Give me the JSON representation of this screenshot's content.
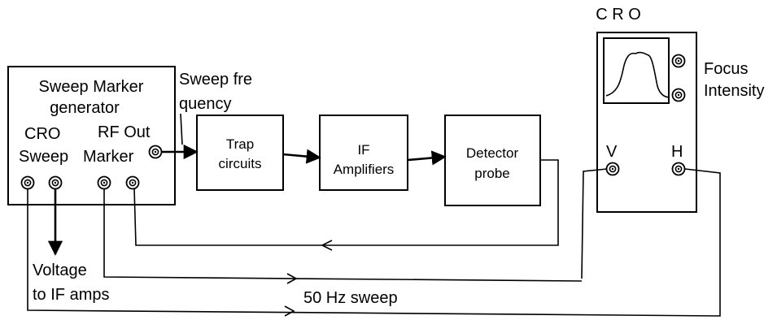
{
  "sweep_marker_generator": {
    "title_line1": "Sweep Marker",
    "title_line2": "generator",
    "cro_line1": "CRO",
    "cro_line2": "Sweep",
    "marker": "Marker",
    "rf_out": "RF Out"
  },
  "sweep_frequency": {
    "line1": "Sweep fre",
    "line2": "quency"
  },
  "trap_circuits": {
    "line1": "Trap",
    "line2": "circuits"
  },
  "if_amplifiers": {
    "line1": "IF",
    "line2": "Amplifiers"
  },
  "detector_probe": {
    "line1": "Detector",
    "line2": "probe"
  },
  "cro": {
    "title": "C R O",
    "focus": "Focus",
    "intensity": "Intensity",
    "v_label": "V",
    "h_label": "H"
  },
  "voltage_to_if": {
    "line1": "Voltage",
    "line2": "to IF amps"
  },
  "sweep_50hz": "50 Hz sweep"
}
